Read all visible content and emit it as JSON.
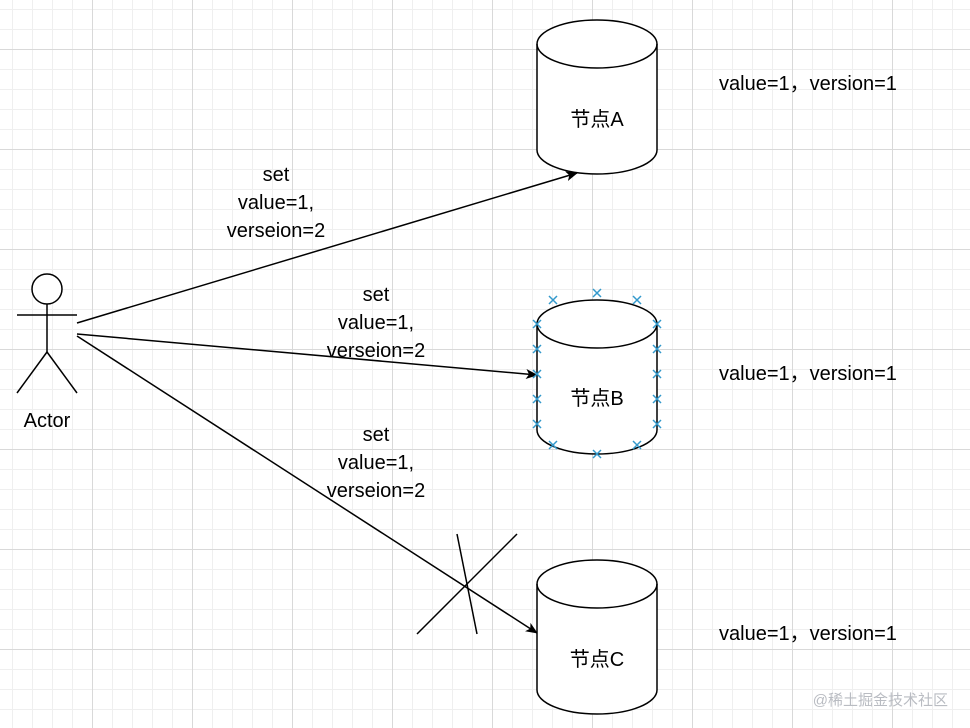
{
  "actor": {
    "label": "Actor"
  },
  "nodes": [
    {
      "label": "节点A",
      "status": "value=1，version=1"
    },
    {
      "label": "节点B",
      "status": "value=1，version=1"
    },
    {
      "label": "节点C",
      "status": "value=1，version=1"
    }
  ],
  "messages": [
    {
      "line1": "set",
      "line2": "value=1,",
      "line3": "verseion=2"
    },
    {
      "line1": "set",
      "line2": "value=1,",
      "line3": "verseion=2"
    },
    {
      "line1": "set",
      "line2": "value=1,",
      "line3": "verseion=2"
    }
  ],
  "colors": {
    "line": "#000000",
    "selection_marker": "#3399cc"
  },
  "watermark": "@稀土掘金技术社区"
}
